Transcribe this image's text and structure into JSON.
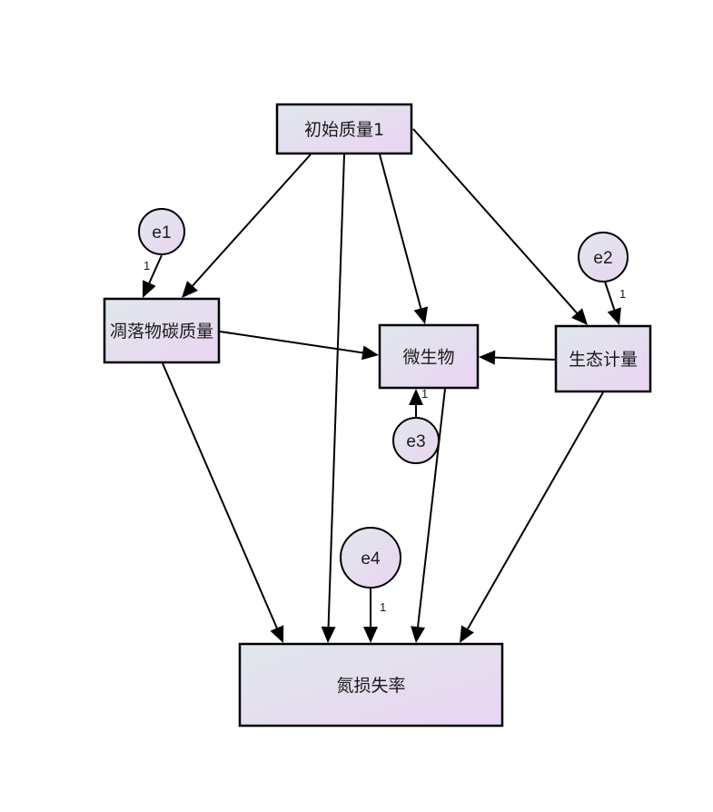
{
  "diagram": {
    "type": "structural-equation-model-path-diagram",
    "colors": {
      "box_fill_start": "#e0e8ec",
      "box_fill_end": "#ead4f2",
      "stroke": "#000000",
      "text": "#1a1a1a"
    },
    "observed": [
      {
        "id": "init",
        "label": "初始质量1"
      },
      {
        "id": "litterc",
        "label": "凋落物碳质量"
      },
      {
        "id": "micro",
        "label": "微生物"
      },
      {
        "id": "stoich",
        "label": "生态计量"
      },
      {
        "id": "nloss",
        "label": "氮损失率"
      }
    ],
    "errors": [
      {
        "id": "e1",
        "label": "e1",
        "target": "litterc",
        "weight": "1"
      },
      {
        "id": "e2",
        "label": "e2",
        "target": "stoich",
        "weight": "1"
      },
      {
        "id": "e3",
        "label": "e3",
        "target": "micro",
        "weight": "1"
      },
      {
        "id": "e4",
        "label": "e4",
        "target": "nloss",
        "weight": "1"
      }
    ],
    "paths": [
      {
        "from": "init",
        "to": "litterc"
      },
      {
        "from": "init",
        "to": "nloss"
      },
      {
        "from": "init",
        "to": "micro"
      },
      {
        "from": "init",
        "to": "stoich"
      },
      {
        "from": "litterc",
        "to": "micro"
      },
      {
        "from": "stoich",
        "to": "micro"
      },
      {
        "from": "litterc",
        "to": "nloss"
      },
      {
        "from": "micro",
        "to": "nloss"
      },
      {
        "from": "stoich",
        "to": "nloss"
      }
    ]
  }
}
